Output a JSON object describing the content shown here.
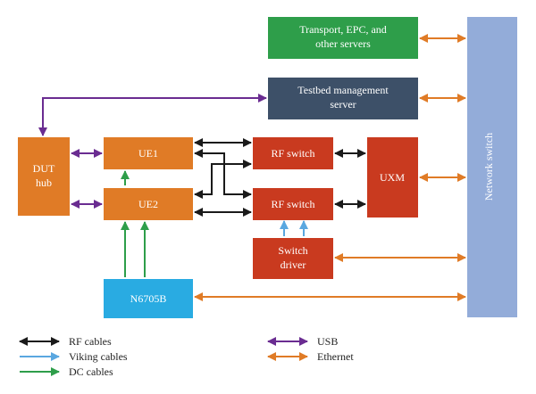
{
  "nodes": {
    "transport": {
      "lines": [
        "Transport, EPC, and",
        "other servers"
      ],
      "color": "#2e9e4a"
    },
    "testbed_mgmt": {
      "lines": [
        "Testbed management",
        "server"
      ],
      "color": "#3d5068"
    },
    "network_switch": {
      "label": "Network switch",
      "color": "#93acd9"
    },
    "dut_hub": {
      "lines": [
        "DUT",
        "hub"
      ],
      "color": "#e07b26"
    },
    "ue1": {
      "label": "UE1",
      "color": "#e07b26"
    },
    "ue2": {
      "label": "UE2",
      "color": "#e07b26"
    },
    "rf_switch_1": {
      "label": "RF switch",
      "color": "#c93a1f"
    },
    "rf_switch_2": {
      "label": "RF switch",
      "color": "#c93a1f"
    },
    "uxm": {
      "label": "UXM",
      "color": "#c93a1f"
    },
    "switch_driver": {
      "lines": [
        "Switch",
        "driver"
      ],
      "color": "#c93a1f"
    },
    "n6705b": {
      "label": "N6705B",
      "color": "#29abe2"
    }
  },
  "legend": {
    "rf_cables": {
      "label": "RF cables",
      "color": "#1a1a1a"
    },
    "viking_cables": {
      "label": "Viking cables",
      "color": "#5aa7e0"
    },
    "dc_cables": {
      "label": "DC cables",
      "color": "#2e9e4a"
    },
    "usb": {
      "label": "USB",
      "color": "#6a2c91"
    },
    "ethernet": {
      "label": "Ethernet",
      "color": "#e07b26"
    }
  }
}
